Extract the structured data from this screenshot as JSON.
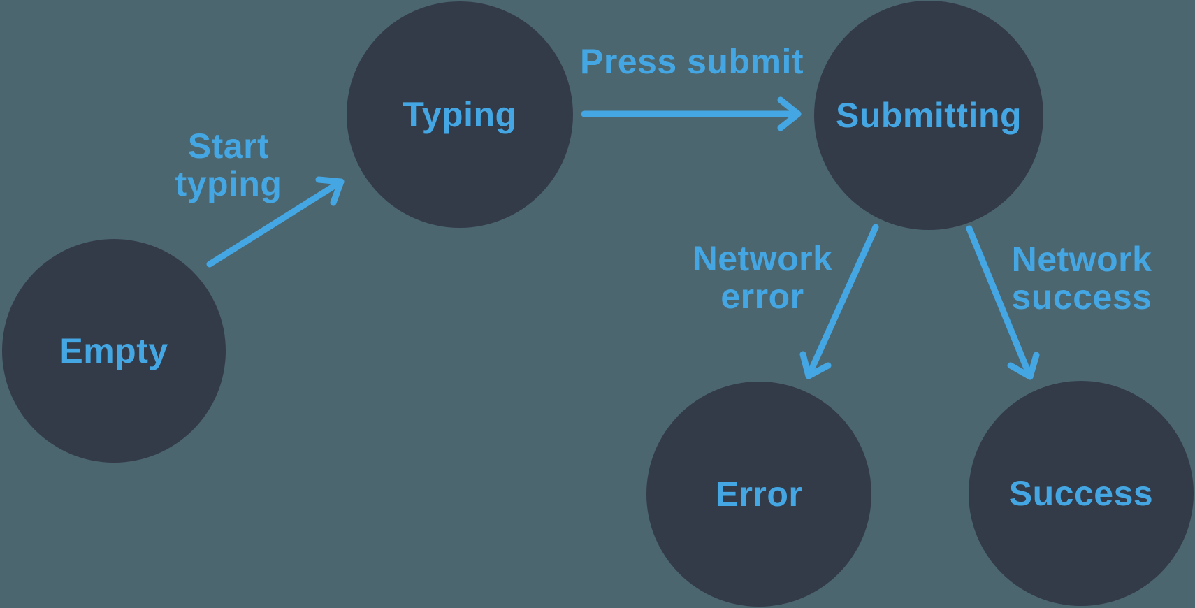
{
  "diagram": {
    "kind": "state-machine",
    "nodes": [
      {
        "id": "empty",
        "label": "Empty"
      },
      {
        "id": "typing",
        "label": "Typing"
      },
      {
        "id": "submitting",
        "label": "Submitting"
      },
      {
        "id": "error",
        "label": "Error"
      },
      {
        "id": "success",
        "label": "Success"
      }
    ],
    "edges": [
      {
        "from": "empty",
        "to": "typing",
        "label": "Start typing"
      },
      {
        "from": "typing",
        "to": "submitting",
        "label": "Press submit"
      },
      {
        "from": "submitting",
        "to": "error",
        "label": "Network error"
      },
      {
        "from": "submitting",
        "to": "success",
        "label": "Network success"
      }
    ],
    "colors": {
      "background": "#4C6670",
      "node_fill": "#333B49",
      "accent": "#44A7E4"
    }
  }
}
